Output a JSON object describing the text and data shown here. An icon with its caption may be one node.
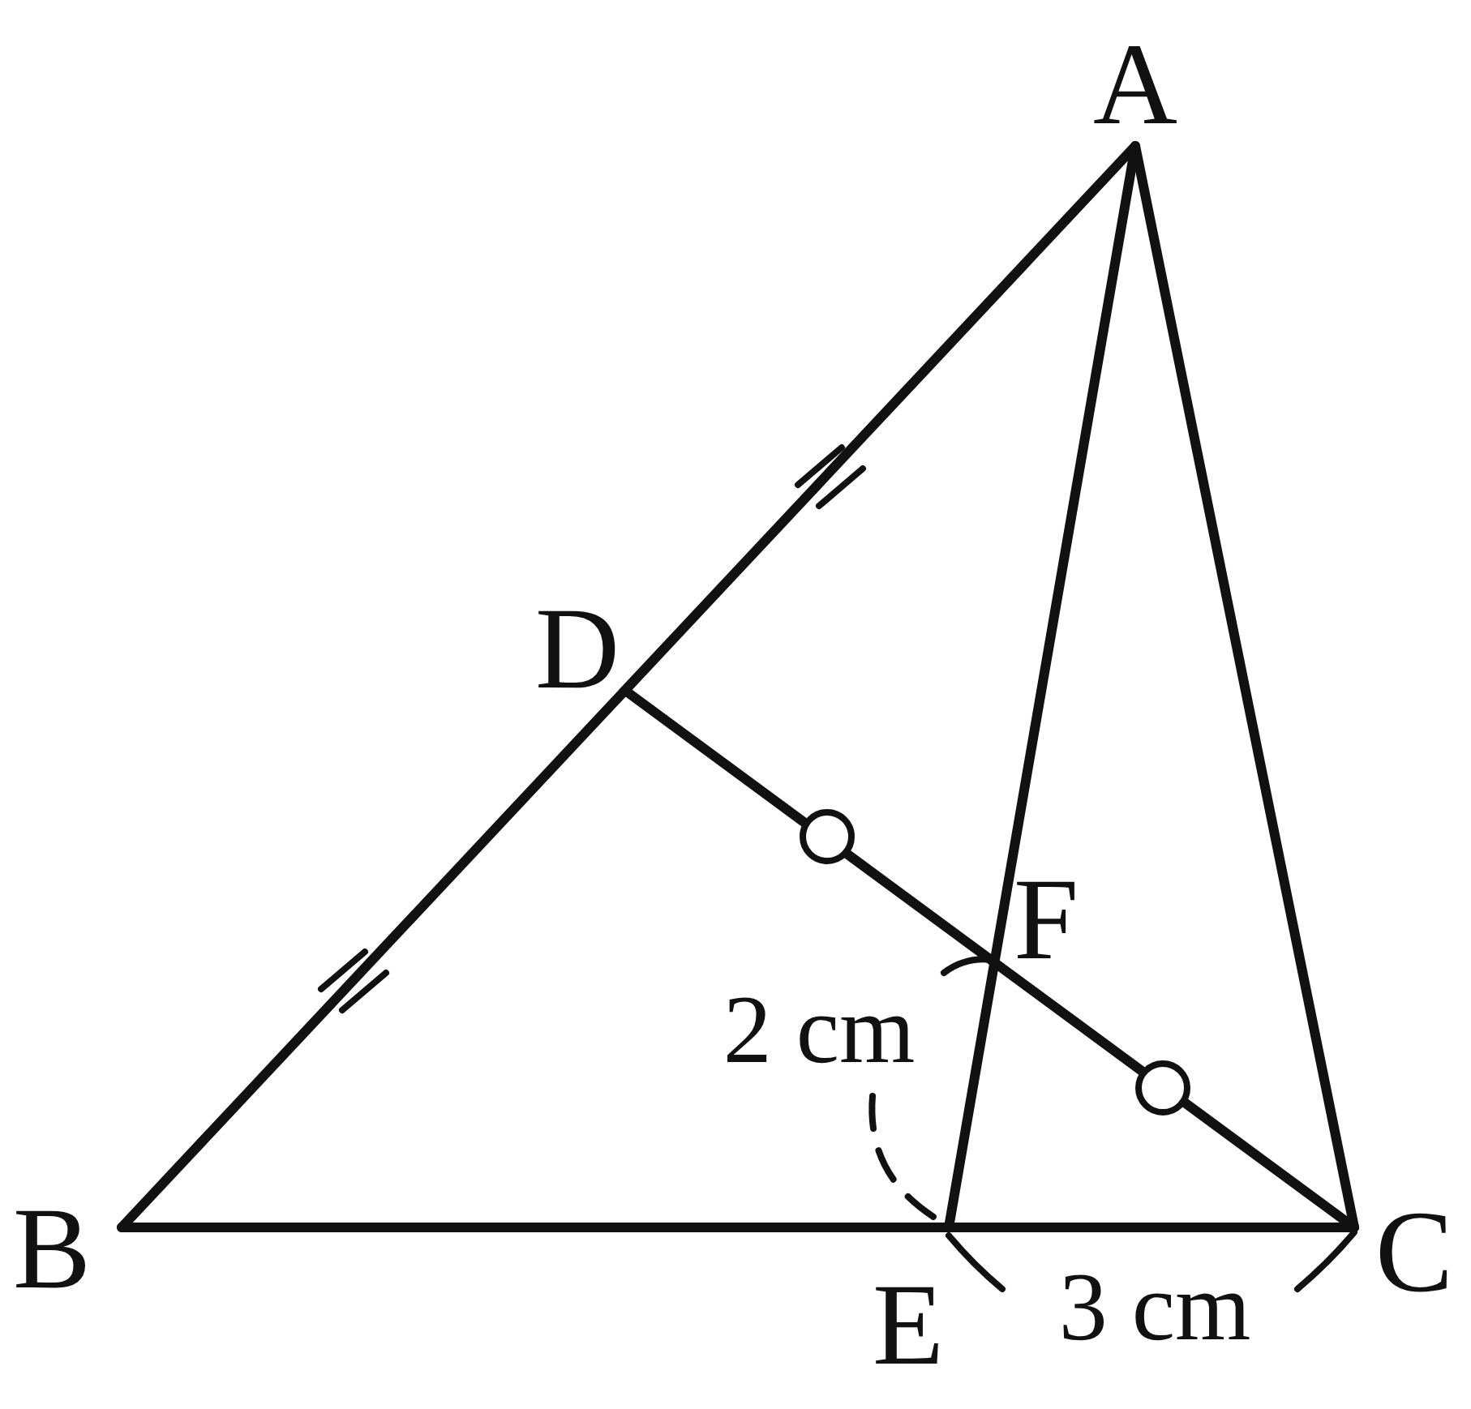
{
  "diagram": {
    "labels": [
      "A",
      "D",
      "F",
      "2 cm",
      "B",
      "C",
      "E",
      "3 cm"
    ]
  }
}
